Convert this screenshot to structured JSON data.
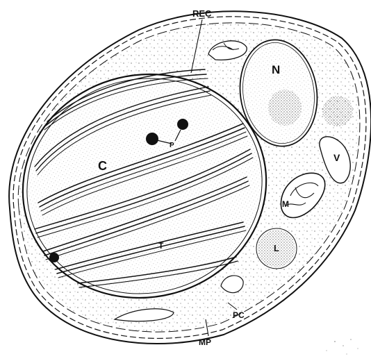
{
  "labels": {
    "rec": "REC",
    "nucleus": "N",
    "chloroplast": "C",
    "pyrenoid": "P",
    "vacuole": "V",
    "mitochondrion": "M",
    "lipid": "L",
    "thylakoid": "T",
    "plasmalemma": "PC",
    "membrane": "MP"
  },
  "colors": {
    "ink": "#111111",
    "background": "#ffffff",
    "stipple": "#3a3a3a"
  }
}
